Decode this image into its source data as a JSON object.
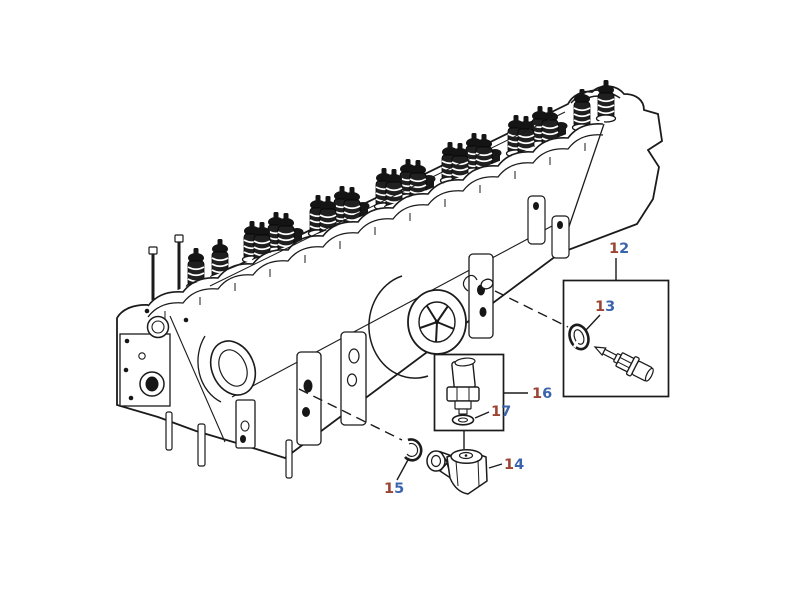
{
  "page": {
    "background": "#ffffff"
  },
  "diagram": {
    "subject": "engine-cylinder-head-exploded-parts-view",
    "line_color": "#1b1b1b",
    "label_color_first": "#9c4433",
    "label_color_second": "#3b64ad",
    "callouts": [
      {
        "label": "12",
        "d1": "1",
        "d2": "2"
      },
      {
        "label": "13",
        "d1": "1",
        "d2": "3"
      },
      {
        "label": "14",
        "d1": "1",
        "d2": "4"
      },
      {
        "label": "15",
        "d1": "1",
        "d2": "5"
      },
      {
        "label": "16",
        "d1": "1",
        "d2": "6"
      },
      {
        "label": "17",
        "d1": "1",
        "d2": "7"
      }
    ]
  }
}
